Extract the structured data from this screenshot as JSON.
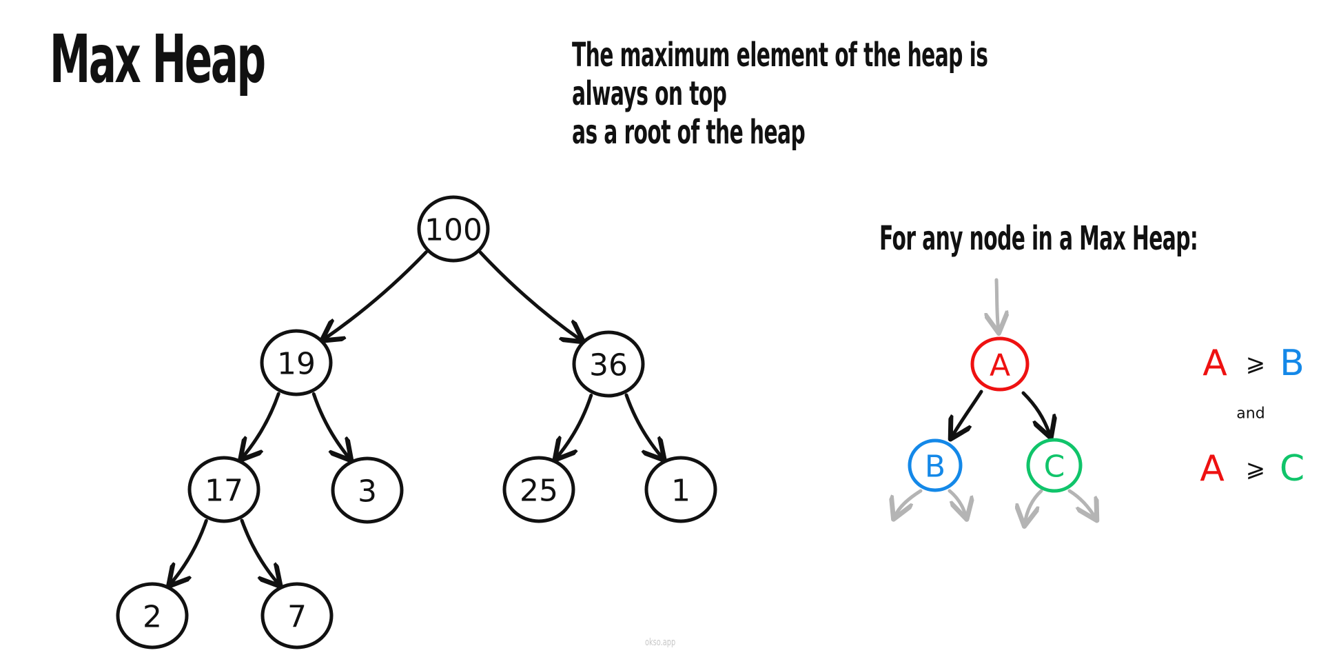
{
  "title": "Max Heap",
  "subtitle_line1": "The maximum element of the heap is always on top",
  "subtitle_line2": "as a root of the heap",
  "rule_heading": "For any node in a Max Heap:",
  "watermark": "okso.app",
  "heap_nodes": [
    {
      "id": "n100",
      "label": "100"
    },
    {
      "id": "n19",
      "label": "19"
    },
    {
      "id": "n36",
      "label": "36"
    },
    {
      "id": "n17",
      "label": "17"
    },
    {
      "id": "n3",
      "label": "3"
    },
    {
      "id": "n25",
      "label": "25"
    },
    {
      "id": "n1",
      "label": "1"
    },
    {
      "id": "n2",
      "label": "2"
    },
    {
      "id": "n7",
      "label": "7"
    }
  ],
  "heap_edges": [
    {
      "from": "n100",
      "to": "n19"
    },
    {
      "from": "n100",
      "to": "n36"
    },
    {
      "from": "n19",
      "to": "n17"
    },
    {
      "from": "n19",
      "to": "n3"
    },
    {
      "from": "n36",
      "to": "n25"
    },
    {
      "from": "n36",
      "to": "n1"
    },
    {
      "from": "n17",
      "to": "n2"
    },
    {
      "from": "n17",
      "to": "n7"
    }
  ],
  "rule_nodes": {
    "a": {
      "label": "A",
      "color": "#ee1111"
    },
    "b": {
      "label": "B",
      "color": "#1488e8"
    },
    "c": {
      "label": "C",
      "color": "#10c46a"
    }
  },
  "relations": {
    "row1": {
      "left": "A",
      "op": "⩾",
      "right": "B"
    },
    "connector": "and",
    "row2": {
      "left": "A",
      "op": "⩾",
      "right": "C"
    }
  },
  "colors": {
    "ink": "#111111",
    "muted_arrow": "#b4b4b4",
    "red": "#ee1111",
    "blue": "#1488e8",
    "green": "#10c46a"
  }
}
